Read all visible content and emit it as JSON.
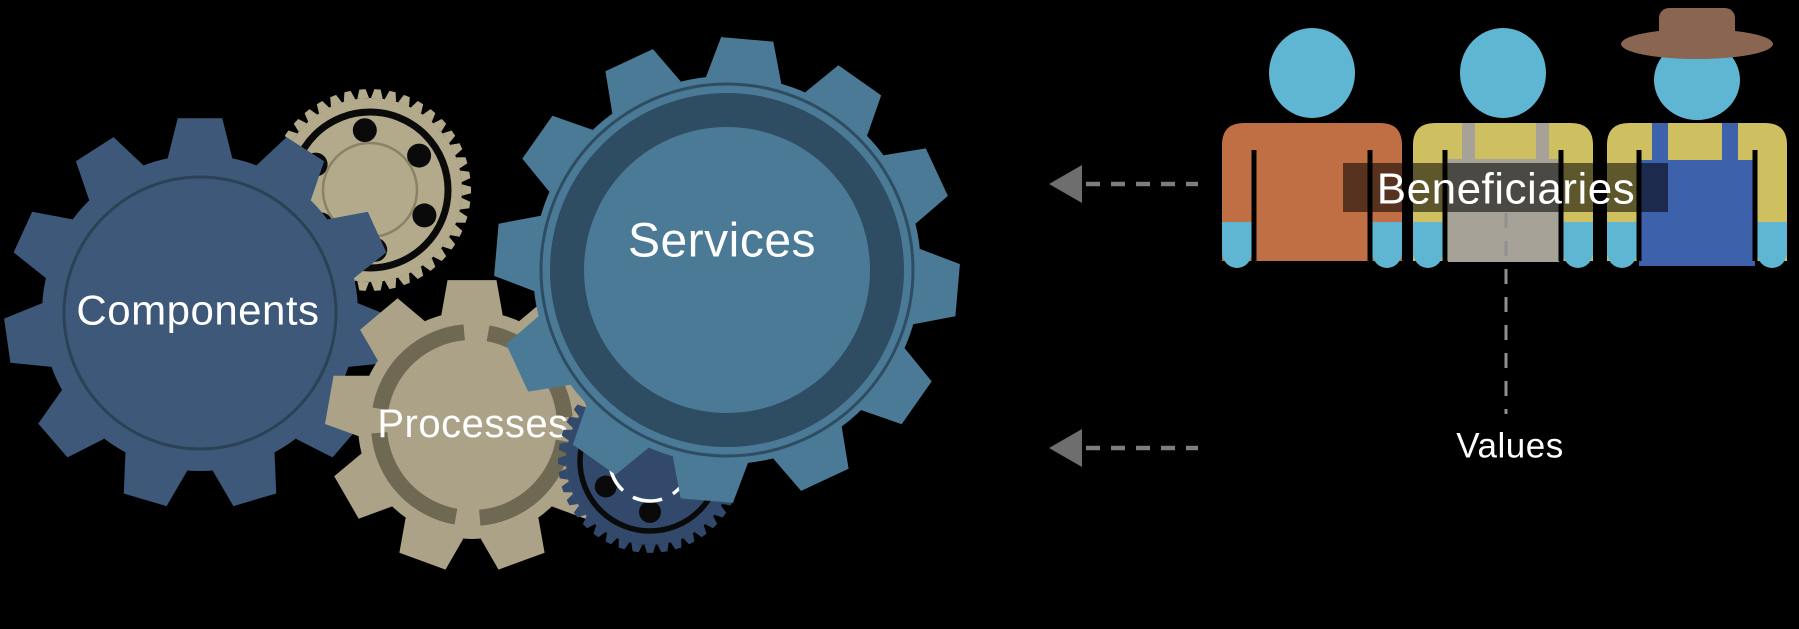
{
  "scene": {
    "background": "#000000",
    "gears": [
      {
        "id": "components",
        "label": "Components"
      },
      {
        "id": "processes",
        "label": "Processes"
      },
      {
        "id": "services",
        "label": "Services"
      }
    ],
    "callouts": {
      "beneficiaries": "Beneficiaries",
      "values": "Values"
    },
    "people": [
      {
        "icon": "person-orange-shirt-icon"
      },
      {
        "icon": "person-gray-apron-icon"
      },
      {
        "icon": "farmer-hat-overalls-icon"
      }
    ],
    "colors": {
      "components_blue": "#3d5878",
      "components_outline": "#2b4156",
      "sprocket_tan": "#b3aa8c",
      "sprocket_detail": "#8a8166",
      "processes_tan": "#aba287",
      "processes_ring": "#6f6852",
      "services_blue": "#4a7a96",
      "services_dark": "#2e4d63",
      "navy_gear": "#32496b",
      "head_hand_blue": "#5fb6d2",
      "shirt_orange": "#c06f45",
      "shirt_yellow": "#cec061",
      "apron_gray": "#a6a298",
      "overalls_blue": "#3e61ac",
      "hat_brown": "#8a6551",
      "arrow_gray": "#6e6e6e",
      "dash_gray": "#7d7d7d",
      "connector_gray": "#909090",
      "label_text": "#ffffff",
      "black_detail": "#0a0a0a"
    }
  }
}
